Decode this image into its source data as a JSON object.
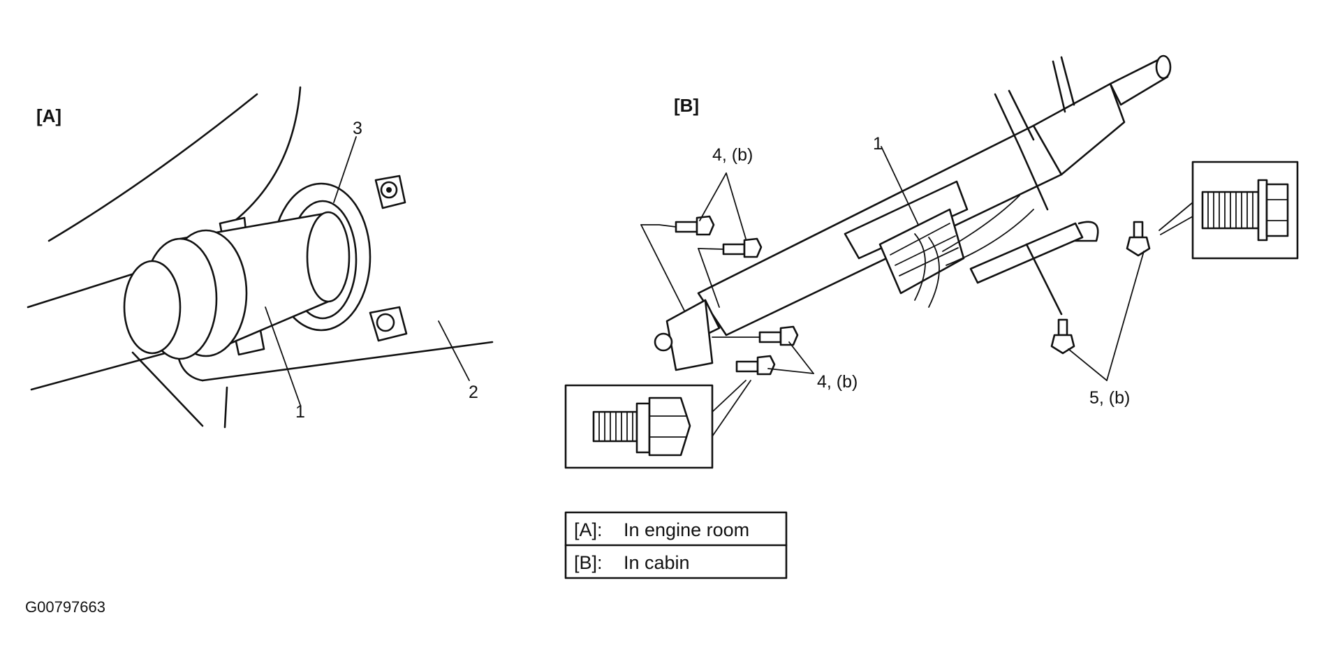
{
  "panels": {
    "a": {
      "label": "[A]",
      "callouts": {
        "item1": "1",
        "item2": "2",
        "item3": "3"
      }
    },
    "b": {
      "label": "[B]",
      "callouts": {
        "item1": "1",
        "item4_top": "4, (b)",
        "item4_bottom": "4, (b)",
        "item5": "5, (b)"
      }
    }
  },
  "legend": {
    "rows": [
      {
        "key": "[A]:",
        "text": "In engine room"
      },
      {
        "key": "[B]:",
        "text": "In cabin"
      }
    ]
  },
  "figure_code": "G00797663"
}
